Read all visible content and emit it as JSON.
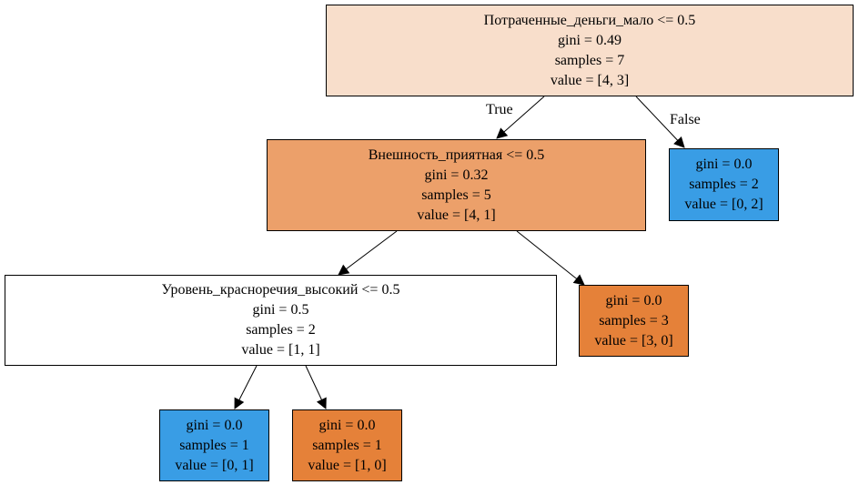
{
  "nodes": {
    "root": {
      "split": "Потраченные_деньги_мало <= 0.5",
      "gini": "gini = 0.49",
      "samples": "samples = 7",
      "value": "value = [4, 3]",
      "fill": "#f8decb"
    },
    "n1": {
      "split": "Внешность_приятная <= 0.5",
      "gini": "gini = 0.32",
      "samples": "samples = 5",
      "value": "value = [4, 1]",
      "fill": "#eca06a"
    },
    "leaf_f": {
      "gini": "gini = 0.0",
      "samples": "samples = 2",
      "value": "value = [0, 2]",
      "fill": "#399de5"
    },
    "n2": {
      "split": "Уровень_красноречия_высокий <= 0.5",
      "gini": "gini = 0.5",
      "samples": "samples = 2",
      "value": "value = [1, 1]",
      "fill": "#ffffff"
    },
    "leaf_3": {
      "gini": "gini = 0.0",
      "samples": "samples = 3",
      "value": "value = [3, 0]",
      "fill": "#e58139"
    },
    "leaf_a": {
      "gini": "gini = 0.0",
      "samples": "samples = 1",
      "value": "value = [0, 1]",
      "fill": "#399de5"
    },
    "leaf_b": {
      "gini": "gini = 0.0",
      "samples": "samples = 1",
      "value": "value = [1, 0]",
      "fill": "#e58139"
    }
  },
  "edge_labels": {
    "true_label": "True",
    "false_label": "False"
  }
}
